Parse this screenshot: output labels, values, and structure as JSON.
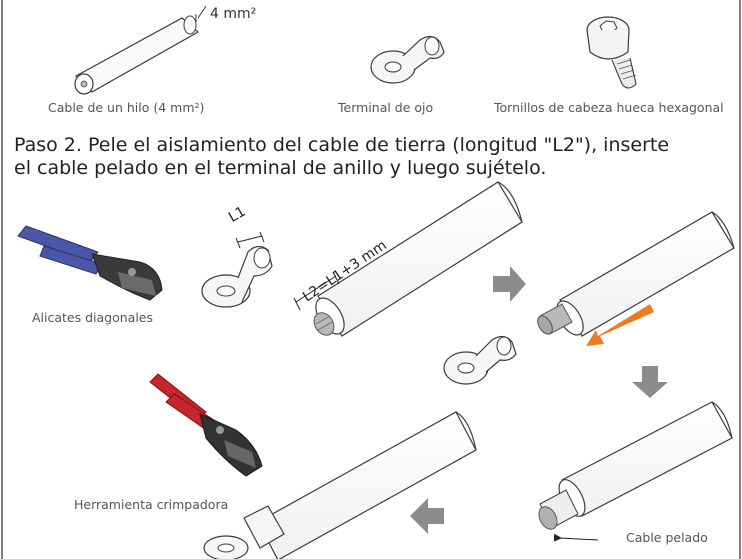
{
  "labels": {
    "cable_size": "4 mm²",
    "cable": "Cable de un hilo (4 mm²)",
    "eye_terminal": "Terminal de ojo",
    "screws": "Tornillos de cabeza hueca hexagonal",
    "pliers": "Alicates diagonales",
    "crimper": "Herramienta crimpadora",
    "stripped": "Cable pelado",
    "l1": "L1",
    "l2": "L2=L1+3 mm"
  },
  "step": {
    "line1": "Paso 2. Pele el aislamiento del cable de tierra (longitud \"L2\"), inserte",
    "line2": "el cable pelado en el terminal de anillo y luego sujételo."
  },
  "colors": {
    "outline": "#3c3c3c",
    "arrow_gray": "#8c8c8c",
    "arrow_orange": "#f07a22",
    "handle_blue": "#4a57a6",
    "handle_red": "#c8242b",
    "copper": "#9a9a9a"
  }
}
